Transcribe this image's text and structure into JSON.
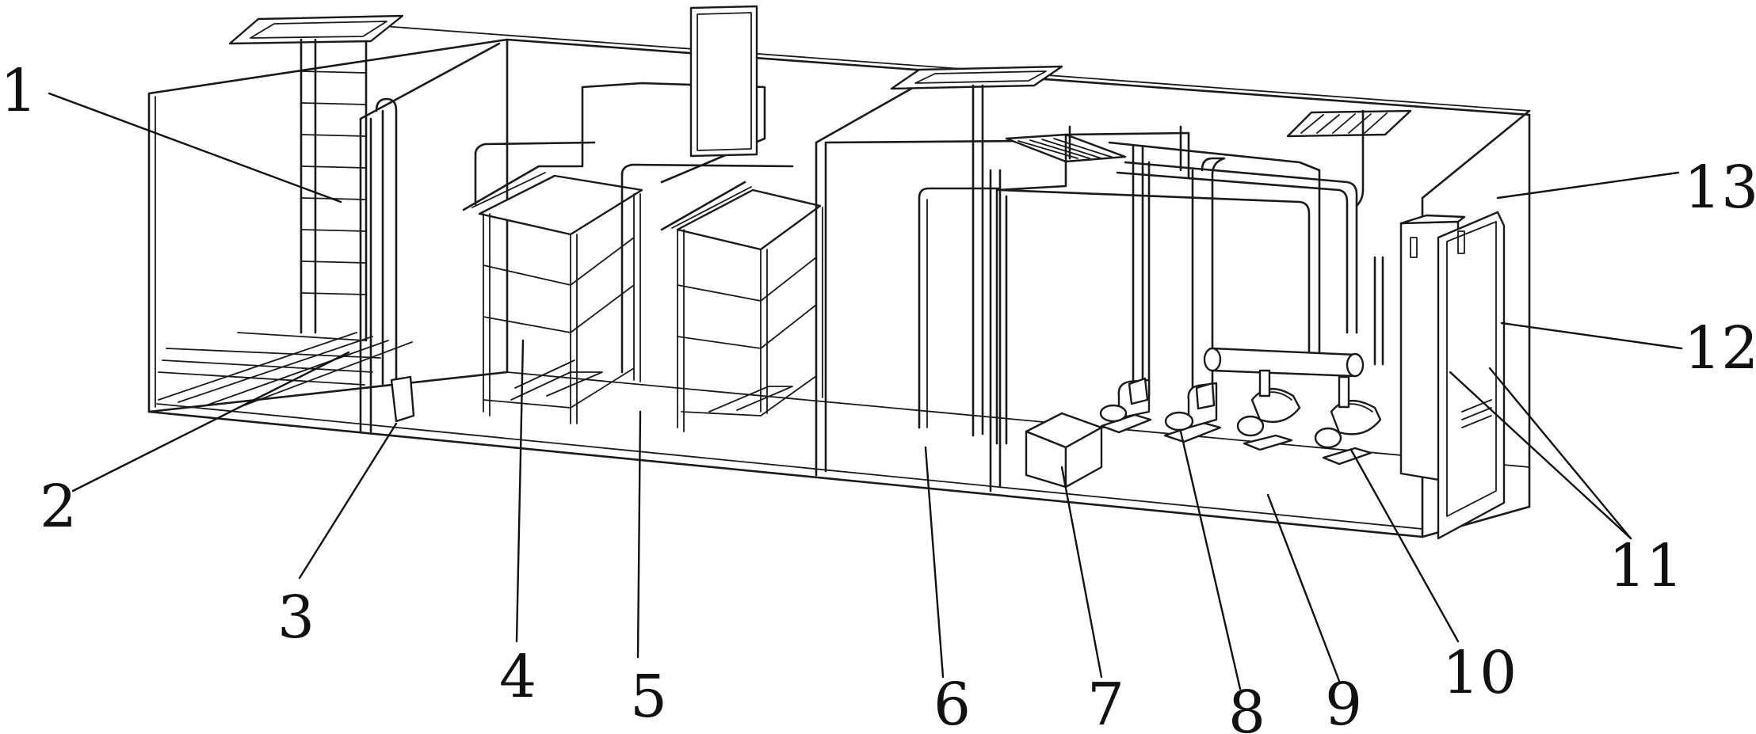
{
  "figure": {
    "stroke_color": "#1a1a1a",
    "background": "#ffffff",
    "callouts": [
      {
        "id": "c1",
        "label": "1"
      },
      {
        "id": "c2",
        "label": "2"
      },
      {
        "id": "c3",
        "label": "3"
      },
      {
        "id": "c4",
        "label": "4"
      },
      {
        "id": "c5",
        "label": "5"
      },
      {
        "id": "c6",
        "label": "6"
      },
      {
        "id": "c7",
        "label": "7"
      },
      {
        "id": "c8",
        "label": "8"
      },
      {
        "id": "c9",
        "label": "9"
      },
      {
        "id": "c10",
        "label": "10"
      },
      {
        "id": "c11",
        "label": "11"
      },
      {
        "id": "c12",
        "label": "12"
      },
      {
        "id": "c13",
        "label": "13"
      }
    ]
  }
}
